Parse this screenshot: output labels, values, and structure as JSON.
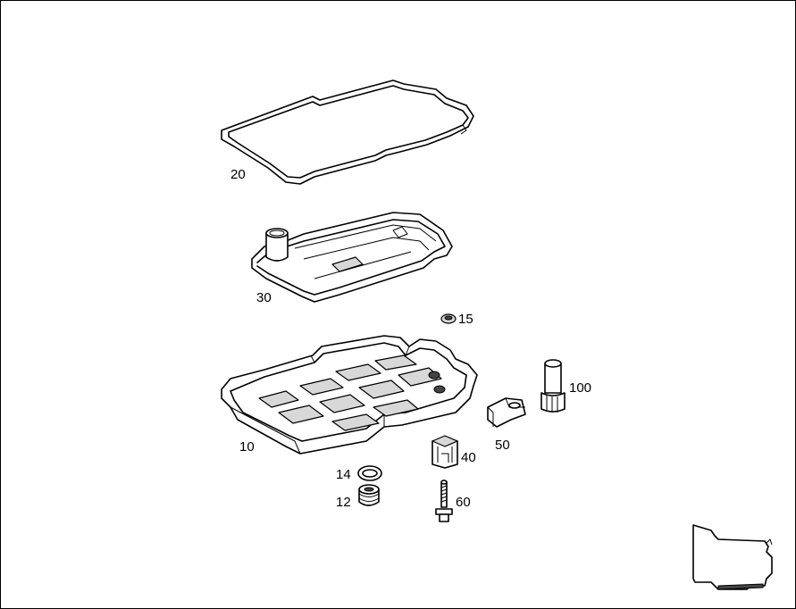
{
  "diagram": {
    "parts": [
      {
        "id": "gasket",
        "label": "20"
      },
      {
        "id": "filter",
        "label": "30"
      },
      {
        "id": "seal-small",
        "label": "15"
      },
      {
        "id": "oil-pan",
        "label": "10"
      },
      {
        "id": "sleeve",
        "label": "100"
      },
      {
        "id": "clip",
        "label": "50"
      },
      {
        "id": "bushing",
        "label": "40"
      },
      {
        "id": "ring",
        "label": "14"
      },
      {
        "id": "plug",
        "label": "12"
      },
      {
        "id": "bolt",
        "label": "60"
      }
    ]
  }
}
